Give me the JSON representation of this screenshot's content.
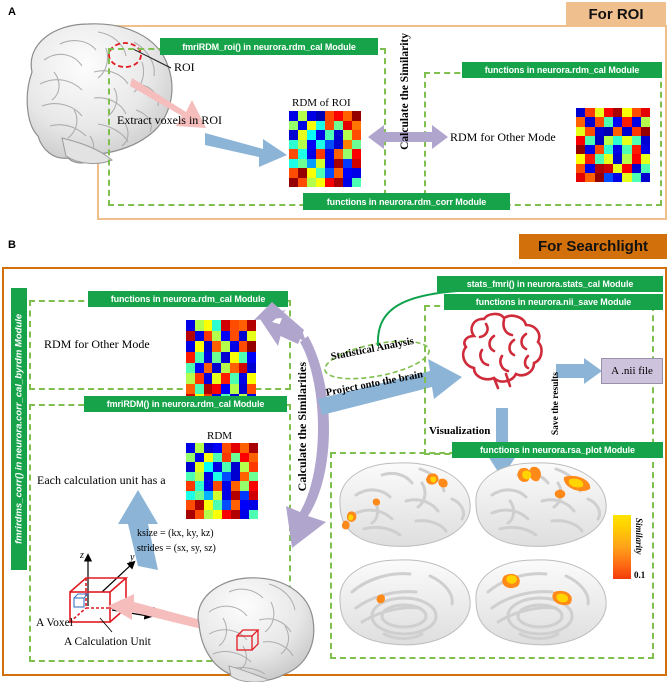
{
  "figure": {
    "panels": [
      {
        "letter": "A",
        "tab_label": "For ROI",
        "tab_color": "#f0bf8e"
      },
      {
        "letter": "B",
        "tab_label": "For Searchlight",
        "tab_color": "#d2700c"
      }
    ]
  },
  "panel_a": {
    "letter": "A",
    "tab_label": "For ROI",
    "label_fmrirdm_roi": "fmriRDM_roi() in neurora.rdm_cal Module",
    "label_rdm_cal": "functions in neurora.rdm_cal Module",
    "label_rdm_corr": "functions in neurora.rdm_corr Module",
    "roi_label": "ROI",
    "extract_label": "Extract voxels in ROI",
    "rdm_of_roi_title": "RDM of ROI",
    "calc_similarity": "Calculate the Similarity",
    "rdm_other_mode": "RDM for Other Mode"
  },
  "panel_b": {
    "letter": "B",
    "tab_label": "For Searchlight",
    "vertical_module_label": "fmrirdms_corr() in neurora.corr_cal_byrdm Module",
    "label_rdm_cal_top": "functions in neurora.rdm_cal Module",
    "label_fmrirdm": "fmriRDM() in neurora.rdm_cal Module",
    "label_stats_fmri": "stats_fmri() in neurora.stats_cal Module",
    "label_nii_save": "functions in neurora.nii_save Module",
    "label_rsa_plot": "functions in neurora.rsa_plot Module",
    "rdm_other_mode": "RDM for Other Mode",
    "rdm_title": "RDM",
    "each_unit_text": "Each calculation unit has a",
    "ksize_text": "ksize = (kx, ky, kz)",
    "strides_text": "strides = (sx, sy, sz)",
    "a_voxel": "A Voxel",
    "a_calc_unit": "A Calculation Unit",
    "axis_x": "x",
    "axis_y": "y",
    "axis_z": "z",
    "calc_similarities": "Calculate the Similarities",
    "statistical_analysis": "Statistical Analysis",
    "project_onto_brain": "Project onto the brain",
    "save_results": "Save the results",
    "nii_file": "A .nii file",
    "visualization": "Visualization",
    "colorbar_title": "Similarity",
    "colorbar_min": "0.1"
  },
  "colors": {
    "green_label": "#16a34a",
    "green_dash": "#7fbf4d",
    "orange_frame": "#d2700c",
    "peach_frame": "#f0bf8e",
    "blue_arrow": "#8cb4d6",
    "pink_arrow": "#f6bdbd",
    "purple_arrow": "#b0a5cd",
    "brain_red": "#cf2b3a",
    "nii_box": "#cdc3dd"
  },
  "chart_data": {
    "type": "heatmap",
    "title": "Representational Dissimilarity Matrices (jet colormap)",
    "matrices": [
      {
        "name": "RDM of ROI",
        "size": 8,
        "colormap": "jet",
        "values": [
          [
            0.1,
            0.55,
            0.1,
            0.05,
            0.8,
            0.88,
            0.78,
            0.98
          ],
          [
            0.52,
            0.1,
            0.62,
            0.4,
            0.8,
            0.48,
            0.9,
            0.76
          ],
          [
            0.08,
            0.6,
            0.38,
            0.1,
            0.45,
            0.08,
            0.55,
            0.8
          ],
          [
            0.42,
            0.55,
            0.12,
            0.4,
            0.2,
            0.08,
            0.75,
            0.48
          ],
          [
            0.8,
            0.4,
            0.1,
            0.82,
            0.1,
            0.78,
            0.52,
            0.88
          ],
          [
            0.4,
            0.48,
            0.28,
            0.58,
            0.1,
            0.96,
            0.18,
            0.92
          ],
          [
            0.8,
            0.98,
            0.62,
            0.45,
            0.2,
            0.78,
            0.12,
            0.1
          ],
          [
            0.98,
            0.8,
            0.55,
            0.62,
            0.88,
            0.96,
            0.1,
            0.45
          ]
        ]
      },
      {
        "name": "RDM for Other Mode (Panel A)",
        "size": 8,
        "colormap": "jet",
        "values": [
          [
            0.08,
            0.82,
            0.6,
            0.88,
            0.96,
            0.62,
            0.8,
            0.9
          ],
          [
            0.78,
            0.08,
            0.8,
            0.45,
            0.12,
            0.85,
            0.1,
            0.55
          ],
          [
            0.6,
            0.8,
            0.08,
            0.05,
            0.78,
            0.08,
            0.82,
            0.98
          ],
          [
            0.88,
            0.45,
            0.06,
            0.55,
            0.42,
            0.6,
            0.45,
            0.08
          ],
          [
            0.98,
            0.1,
            0.8,
            0.42,
            0.1,
            0.45,
            0.85,
            0.1
          ],
          [
            0.62,
            0.85,
            0.45,
            0.6,
            0.08,
            0.55,
            0.88,
            0.6
          ],
          [
            0.8,
            0.1,
            0.95,
            0.92,
            0.6,
            0.88,
            0.08,
            0.45
          ],
          [
            0.9,
            0.78,
            0.98,
            0.2,
            0.1,
            0.6,
            0.45,
            0.08
          ]
        ]
      },
      {
        "name": "RDM for Other Mode (Panel B)",
        "size": 8,
        "colormap": "jet",
        "values": [
          [
            0.1,
            0.55,
            0.62,
            0.42,
            0.92,
            0.8,
            0.78,
            0.95
          ],
          [
            0.95,
            0.1,
            0.82,
            0.55,
            0.12,
            0.8,
            0.08,
            0.6
          ],
          [
            0.1,
            0.62,
            0.08,
            0.78,
            0.55,
            0.1,
            0.8,
            0.98
          ],
          [
            0.85,
            0.45,
            0.1,
            0.48,
            0.08,
            0.62,
            0.45,
            0.12
          ],
          [
            0.45,
            0.12,
            0.78,
            0.08,
            0.55,
            0.78,
            0.92,
            0.08
          ],
          [
            0.55,
            0.82,
            0.1,
            0.6,
            0.85,
            0.45,
            0.1,
            0.62
          ],
          [
            0.78,
            0.45,
            0.95,
            0.88,
            0.12,
            0.55,
            0.08,
            0.8
          ],
          [
            0.92,
            0.62,
            0.82,
            0.1,
            0.45,
            0.08,
            0.55,
            0.1
          ]
        ]
      },
      {
        "name": "RDM (Panel B searchlight)",
        "size": 8,
        "colormap": "jet",
        "values": [
          [
            0.1,
            0.55,
            0.08,
            0.12,
            0.8,
            0.9,
            0.78,
            0.96
          ],
          [
            0.52,
            0.1,
            0.62,
            0.45,
            0.82,
            0.48,
            0.88,
            0.78
          ],
          [
            0.08,
            0.6,
            0.38,
            0.1,
            0.45,
            0.08,
            0.55,
            0.82
          ],
          [
            0.45,
            0.55,
            0.1,
            0.4,
            0.2,
            0.08,
            0.78,
            0.48
          ],
          [
            0.82,
            0.42,
            0.1,
            0.8,
            0.1,
            0.78,
            0.52,
            0.88
          ],
          [
            0.4,
            0.48,
            0.3,
            0.58,
            0.1,
            0.95,
            0.18,
            0.92
          ],
          [
            0.8,
            0.96,
            0.62,
            0.45,
            0.2,
            0.78,
            0.12,
            0.1
          ],
          [
            0.96,
            0.8,
            0.55,
            0.62,
            0.88,
            0.95,
            0.1,
            0.45
          ]
        ]
      }
    ],
    "colorbar": {
      "label": "Similarity",
      "min_tick": "0.1",
      "gradient": [
        "#f23b09",
        "#ffa21a",
        "#ffe400"
      ]
    }
  }
}
